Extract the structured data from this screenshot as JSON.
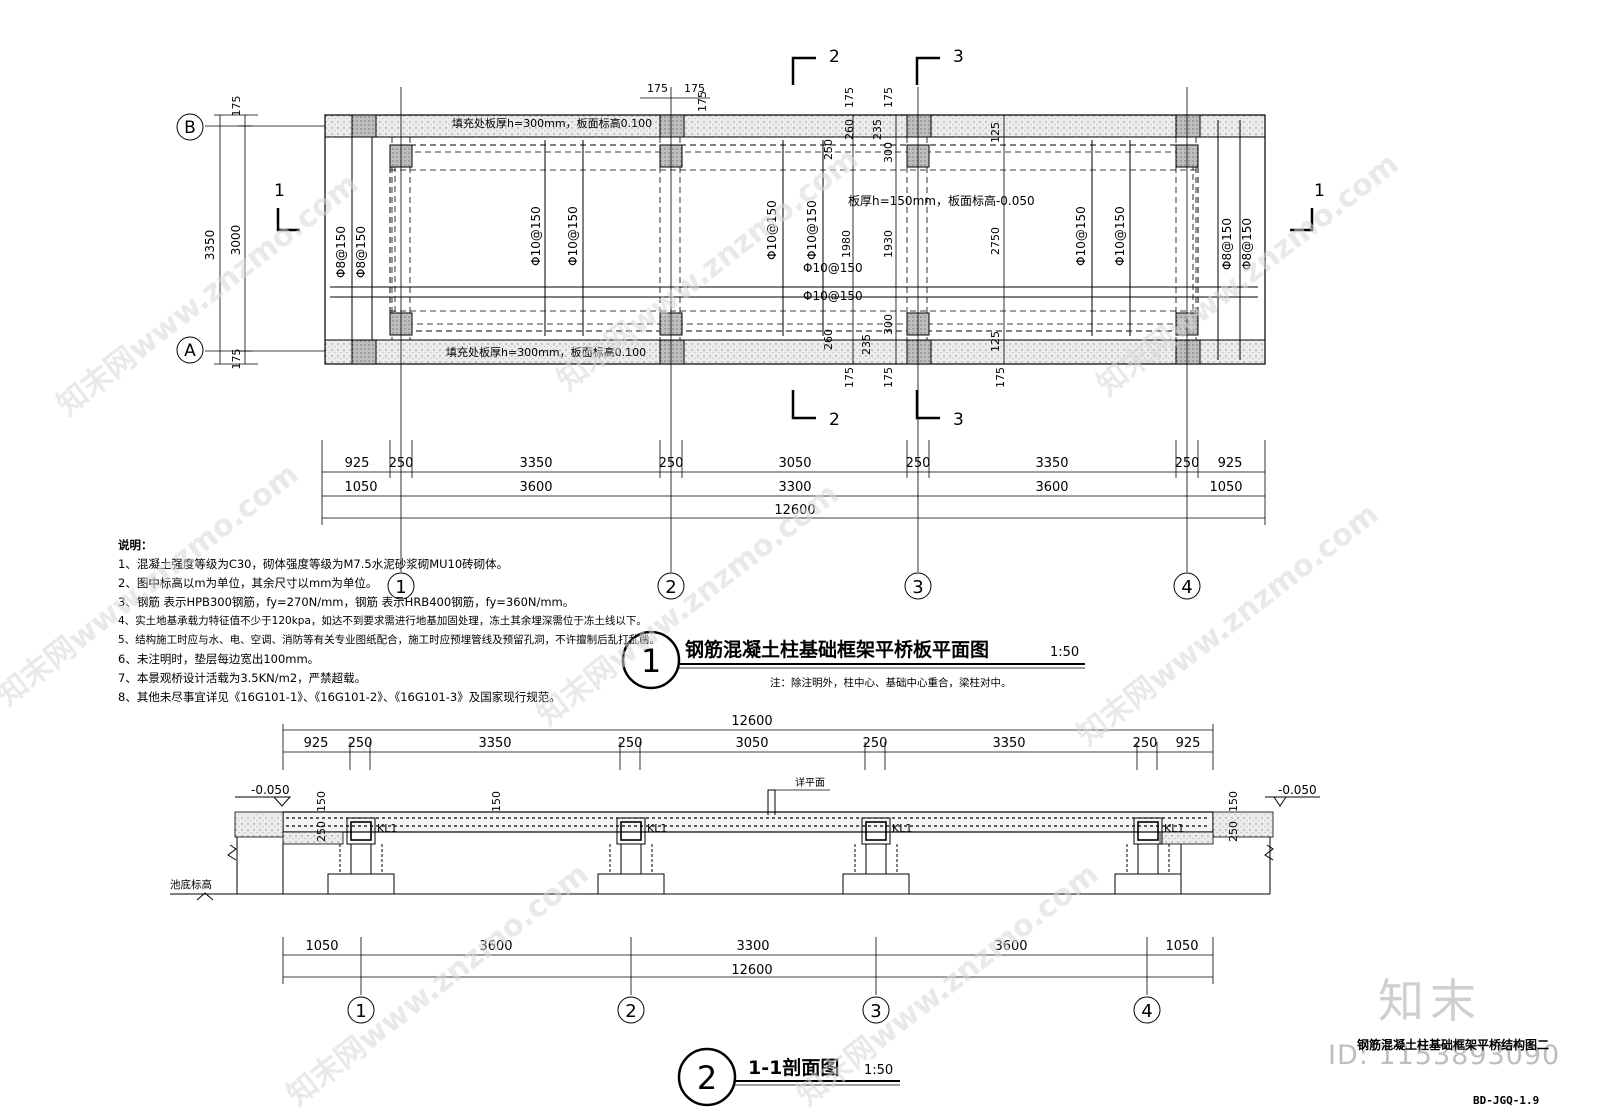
{
  "plan": {
    "section_marks": {
      "s1": "1",
      "s2": "2",
      "s3": "3"
    },
    "axes_letters": [
      "B",
      "A"
    ],
    "axes_numbers": [
      "1",
      "2",
      "3",
      "4"
    ],
    "slab_note_top": "填充处板厚h=300mm，板面标高0.100",
    "slab_note_bottom": "填充处板厚h=300mm，板面标高0.100",
    "slab_note_mid": "板厚h=150mm，板面标高-0.050",
    "rebar": {
      "phi8": "Φ8@150",
      "phi10": "Φ10@150"
    },
    "left_dims": {
      "total": "3350",
      "inner": "3000",
      "edge": "175"
    },
    "top_dims": {
      "a": "175",
      "b": "175",
      "c": "175"
    },
    "vert_dims": [
      "175",
      "260",
      "250",
      "235",
      "300",
      "175",
      "1980",
      "1930",
      "2750",
      "125",
      "260",
      "235",
      "300",
      "125",
      "175",
      "175",
      "175"
    ],
    "dim_row1": [
      "925",
      "250",
      "3350",
      "250",
      "3050",
      "250",
      "3350",
      "250",
      "925"
    ],
    "dim_row2": [
      "1050",
      "3600",
      "3300",
      "3600",
      "1050"
    ],
    "dim_total": "12600",
    "title_num": "1",
    "title": "钢筋混凝土柱基础框架平桥板平面图",
    "scale": "1:50",
    "note": "注：除注明外，柱中心、基础中心重合，梁柱对中。"
  },
  "notes": {
    "heading": "说明：",
    "items": [
      "1、混凝土强度等级为C30，砌体强度等级为M7.5水泥砂浆砌MU10砖砌体。",
      "2、图中标高以m为单位，其余尺寸以mm为单位。",
      "3、钢筋 表示HPB300钢筋，fy=270N/mm，钢筋 表示HRB400钢筋，fy=360N/mm。",
      "4、实土地基承载力特征值不少于120kpa，如达不到要求需进行地基加固处理，冻土其余埋深需位于冻土线以下。",
      "5、结构施工时应与水、电、空调、消防等有关专业图纸配合，施工时应预埋管线及预留孔洞，不许擅制后乱打乱凿。",
      "6、未注明时，垫层每边宽出100mm。",
      "7、本景观桥设计活载为3.5KN/m2，严禁超载。",
      "8、其他未尽事宜详见《16G101-1》、《16G101-2》、《16G101-3》及国家现行规范。"
    ]
  },
  "section": {
    "dim_total": "12600",
    "dim_row1": [
      "925",
      "250",
      "3350",
      "250",
      "3050",
      "250",
      "3350",
      "250",
      "925"
    ],
    "dim_row2": [
      "1050",
      "3600",
      "3300",
      "3600",
      "1050"
    ],
    "dim_total_bottom": "12600",
    "elev_left": "-0.050",
    "elev_right": "-0.050",
    "beam_label": "KL1",
    "detail_label": "详平面",
    "pool_label": "池底标高",
    "thick": "150",
    "beam_h": "250",
    "axes_numbers": [
      "1",
      "2",
      "3",
      "4"
    ],
    "title_num": "2",
    "title": "1-1剖面图",
    "scale": "1:50"
  },
  "sheet": {
    "title": "钢筋混凝土柱基础框架平桥结构图二",
    "number": "BD-JGQ-1.9",
    "brand": "知末",
    "id": "ID: 1153893090",
    "watermark": "知末网www.znzmo.com"
  }
}
